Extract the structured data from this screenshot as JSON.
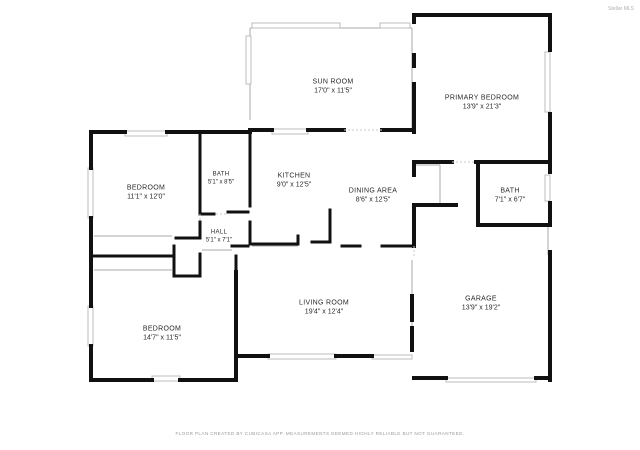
{
  "rooms": [
    {
      "id": "sun-room",
      "name": "SUN ROOM",
      "dims": "17'0\" x 11'5\""
    },
    {
      "id": "primary-bedroom",
      "name": "PRIMARY BEDROOM",
      "dims": "13'9\" x 21'3\""
    },
    {
      "id": "bedroom-1",
      "name": "BEDROOM",
      "dims": "11'1\" x 12'0\""
    },
    {
      "id": "bath-1",
      "name": "BATH",
      "dims": "5'1\" x 8'5\""
    },
    {
      "id": "kitchen",
      "name": "KITCHEN",
      "dims": "9'0\" x 12'5\""
    },
    {
      "id": "dining-area",
      "name": "DINING AREA",
      "dims": "8'6\" x 12'5\""
    },
    {
      "id": "bath-2",
      "name": "BATH",
      "dims": "7'1\" x 6'7\""
    },
    {
      "id": "hall",
      "name": "HALL",
      "dims": "5'1\" x 7'1\""
    },
    {
      "id": "living-room",
      "name": "LIVING ROOM",
      "dims": "19'4\" x 12'4\""
    },
    {
      "id": "garage",
      "name": "GARAGE",
      "dims": "13'9\" x 19'2\""
    },
    {
      "id": "bedroom-2",
      "name": "BEDROOM",
      "dims": "14'7\" x 11'5\""
    }
  ],
  "footer_note": "FLOOR PLAN CREATED BY CUBICASA APP. MEASUREMENTS DEEMED HIGHLY RELIABLE BUT NOT GUARANTEED.",
  "watermark": "Stellar MLS",
  "colors": {
    "wall": "#111111",
    "thin_wall": "#9a9a9a",
    "window": "#cfcfcf",
    "text": "#2a2a2a"
  }
}
